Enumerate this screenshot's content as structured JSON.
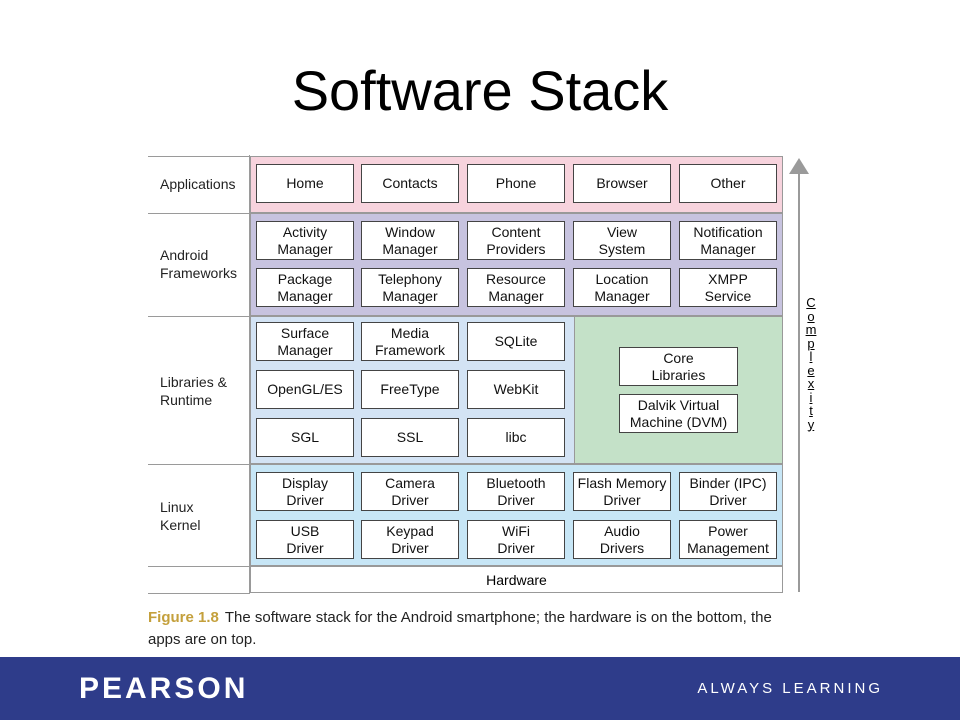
{
  "slide": {
    "title": "Software Stack"
  },
  "layers": {
    "applications": "Applications",
    "android_frameworks": "Android\nFrameworks",
    "libraries_runtime": "Libraries &\nRuntime",
    "linux_kernel": "Linux\nKernel"
  },
  "boxes": {
    "home": "Home",
    "contacts": "Contacts",
    "phone": "Phone",
    "browser": "Browser",
    "other": "Other",
    "activity_manager": "Activity\nManager",
    "window_manager": "Window\nManager",
    "content_providers": "Content\nProviders",
    "view_system": "View\nSystem",
    "notification_manager": "Notification\nManager",
    "package_manager": "Package\nManager",
    "telephony_manager": "Telephony\nManager",
    "resource_manager": "Resource\nManager",
    "location_manager": "Location\nManager",
    "xmpp_service": "XMPP\nService",
    "surface_manager": "Surface\nManager",
    "media_framework": "Media\nFramework",
    "sqlite": "SQLite",
    "opengl_es": "OpenGL/ES",
    "freetype": "FreeType",
    "webkit": "WebKit",
    "sgl": "SGL",
    "ssl": "SSL",
    "libc": "libc",
    "core_libraries": "Core\nLibraries",
    "dalvik_vm": "Dalvik Virtual\nMachine (DVM)",
    "display_driver": "Display\nDriver",
    "camera_driver": "Camera\nDriver",
    "bluetooth_driver": "Bluetooth\nDriver",
    "flash_memory_driver": "Flash Memory\nDriver",
    "binder_ipc_driver": "Binder (IPC)\nDriver",
    "usb_driver": "USB\nDriver",
    "keypad_driver": "Keypad\nDriver",
    "wifi_driver": "WiFi\nDriver",
    "audio_drivers": "Audio\nDrivers",
    "power_management": "Power\nManagement",
    "hardware": "Hardware"
  },
  "axis": {
    "complexity": "C\no\nm\np\nl\ne\nx\ni\nt\ny"
  },
  "caption": {
    "figure": "Figure 1.8",
    "text": "The software stack for the Android smartphone; the hardware is on the bottom, the apps are on top."
  },
  "footer": {
    "logo": "PEARSON",
    "tagline": "ALWAYS LEARNING"
  },
  "colors": {
    "applications_band": "#f7d3dd",
    "frameworks_band": "#c7c3df",
    "libraries_band": "#d3e3f4",
    "runtime_band": "#c4e1c8",
    "kernel_band": "#c7e6f6",
    "footer": "#2e3c8a",
    "figure_label": "#c4a03c"
  }
}
